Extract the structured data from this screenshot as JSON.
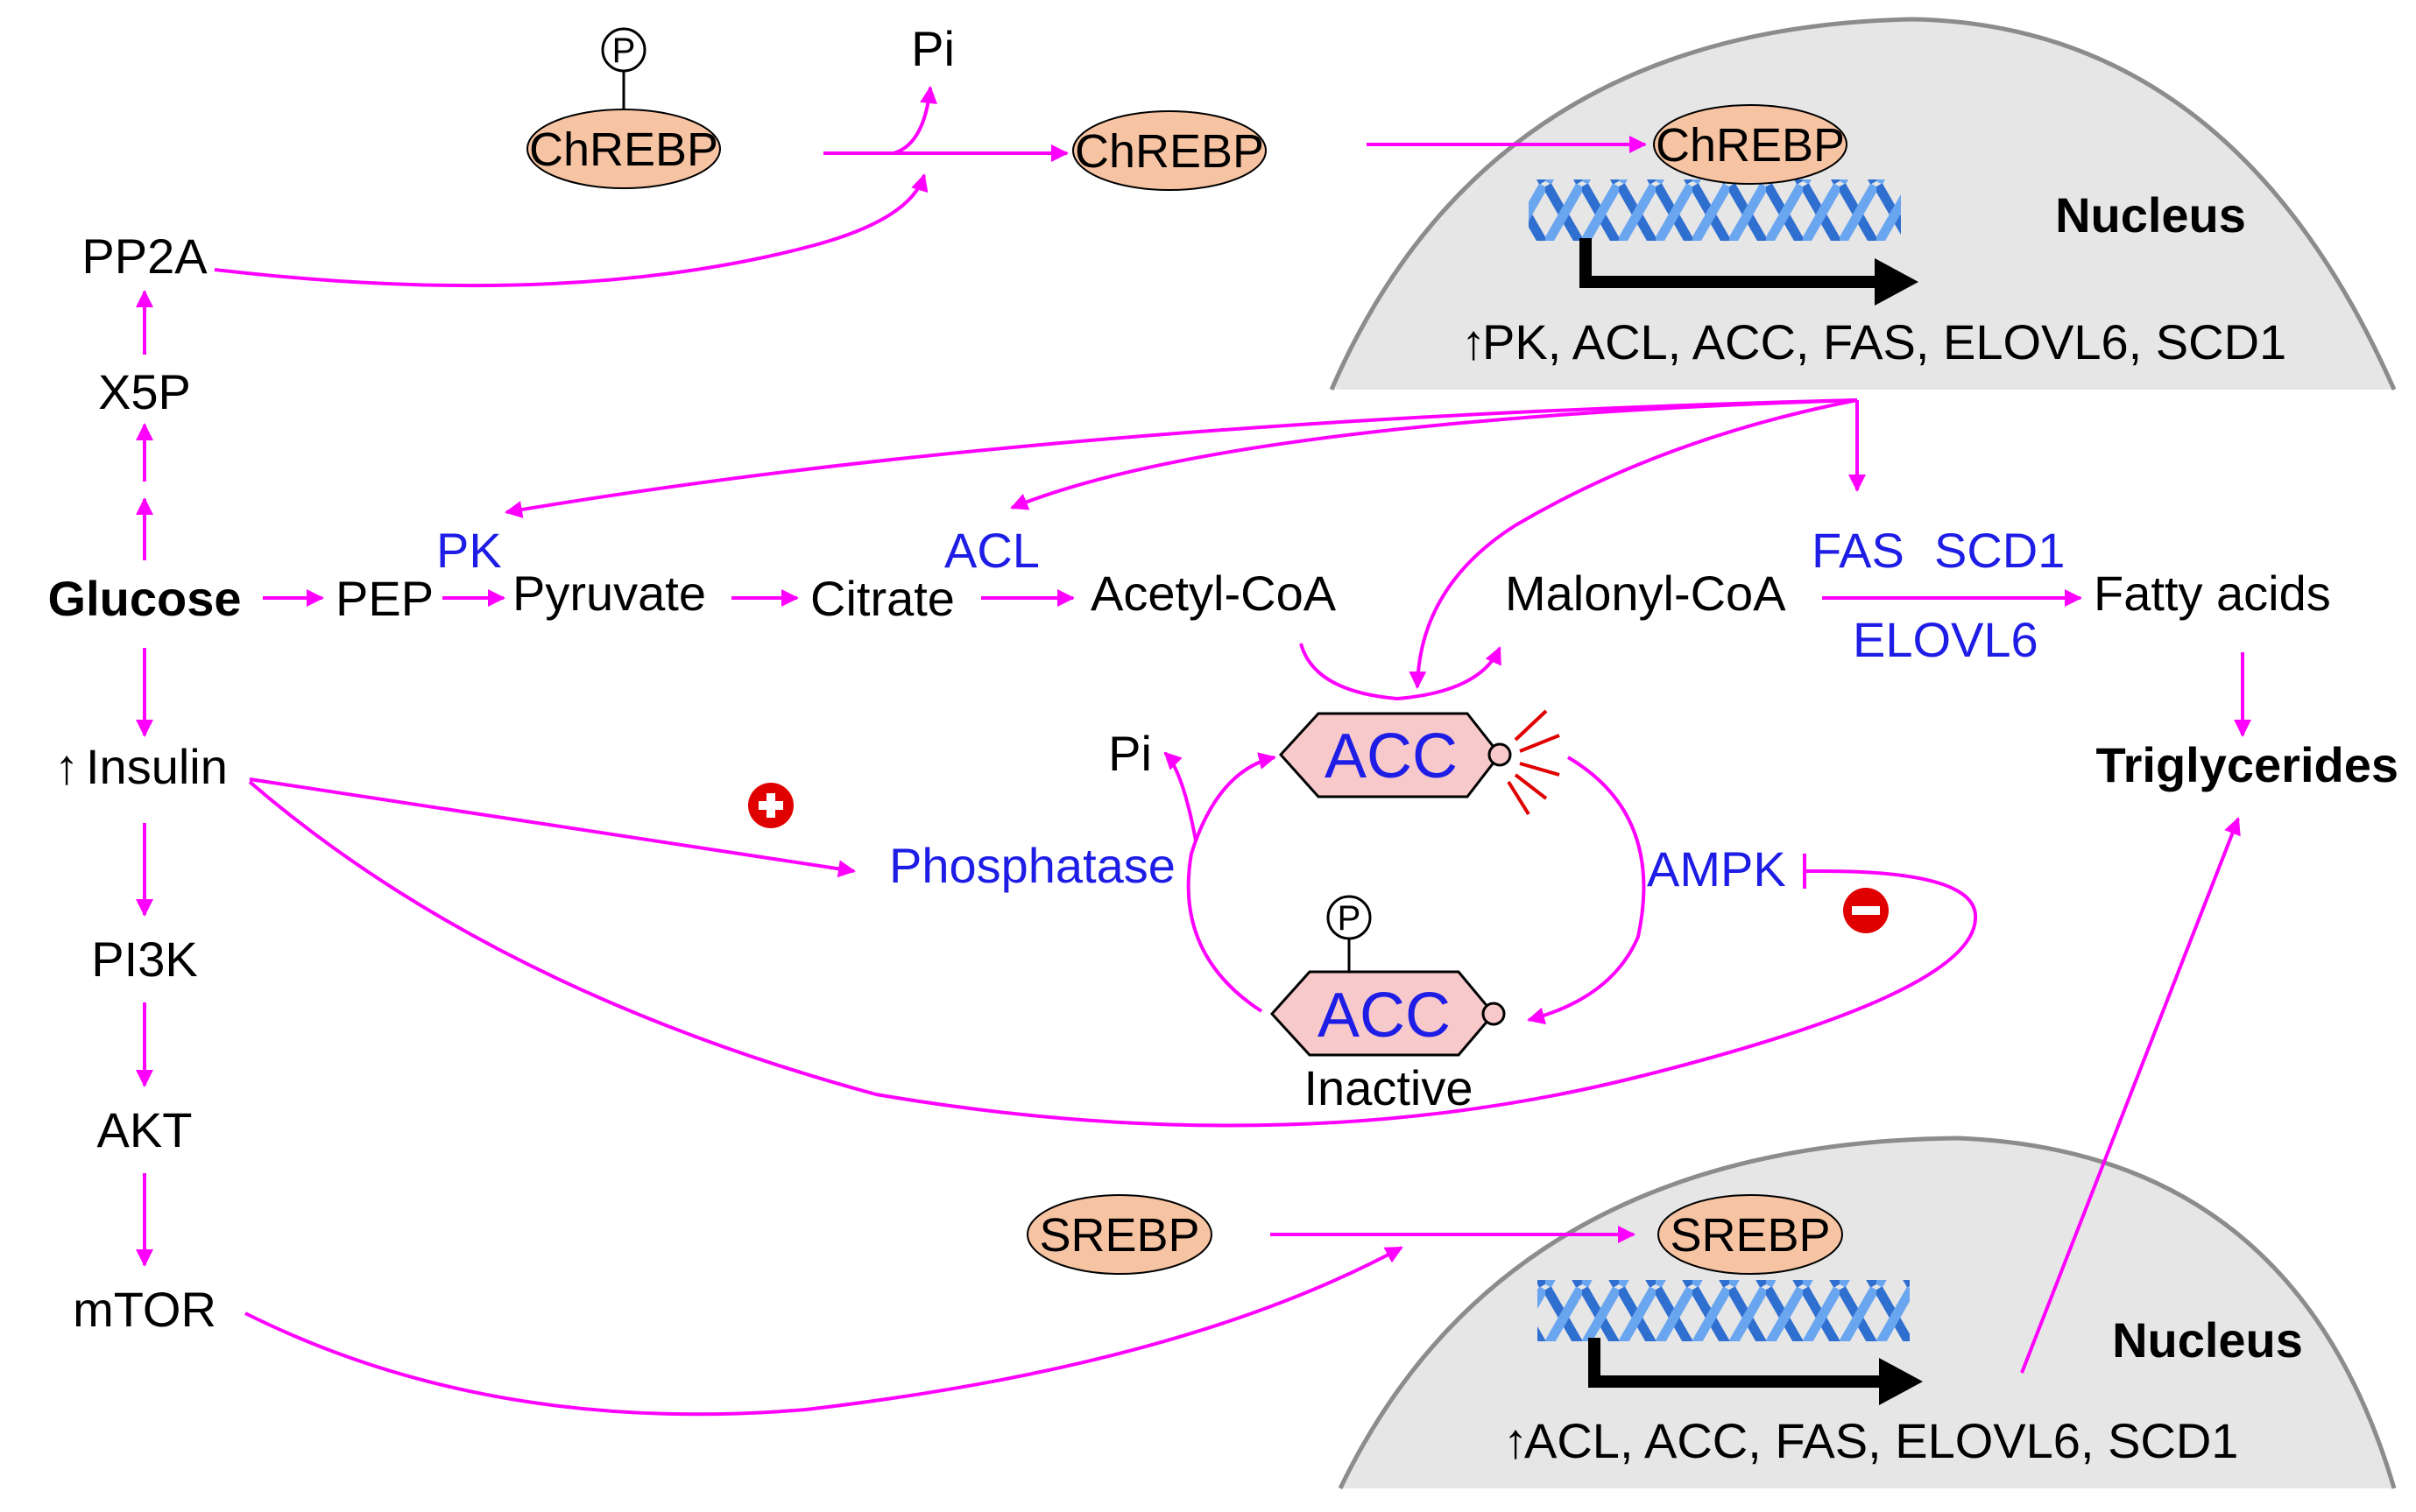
{
  "nuclei": {
    "top": {
      "label": "Nucleus",
      "genes": "PK, ACL, ACC, FAS, ELOVL6, SCD1",
      "factor": "ChREBP",
      "up_arrow": "↑"
    },
    "bottom": {
      "label": "Nucleus",
      "genes": "ACL, ACC, FAS, ELOVL6, SCD1",
      "factor": "SREBP",
      "up_arrow": "↑"
    }
  },
  "chrebp": {
    "phospho_label": "ChREBP",
    "dephospho_label": "ChREBP",
    "p_mark": "P",
    "pi": "Pi"
  },
  "srebp": {
    "label": "SREBP"
  },
  "left_column": {
    "pp2a": "PP2A",
    "x5p": "X5P",
    "glucose": "Glucose",
    "insulin": "Insulin",
    "insulin_up": "↑",
    "pi3k": "PI3K",
    "akt": "AKT",
    "mtor": "mTOR"
  },
  "pathway": {
    "pep": "PEP",
    "pyruvate": "Pyruvate",
    "citrate": "Citrate",
    "acetyl_coa": "Acetyl-CoA",
    "malonyl_coa": "Malonyl-CoA",
    "fatty_acids": "Fatty acids",
    "triglycerides": "Triglycerides"
  },
  "enzymes": {
    "pk": "PK",
    "acl": "ACL",
    "fas": "FAS",
    "scd1": "SCD1",
    "elovl6": "ELOVL6"
  },
  "acc_cycle": {
    "active_label": "ACC",
    "inactive_label": "ACC",
    "inactive_caption": "Inactive",
    "p_mark": "P",
    "pi": "Pi",
    "phosphatase": "Phosphatase",
    "ampk": "AMPK",
    "plus_sign": "+",
    "minus_sign": "−"
  },
  "colors": {
    "arrow": "#ff00ff",
    "enzyme_text": "#1d1de6",
    "nucleus_fill": "#e6e6e6",
    "nucleus_stroke": "#8c8c8c",
    "pill_fill": "#f7c4a3",
    "acc_fill": "#f7c9cb",
    "dna_blue": "#3f87e0",
    "sign_red": "#e00000"
  }
}
